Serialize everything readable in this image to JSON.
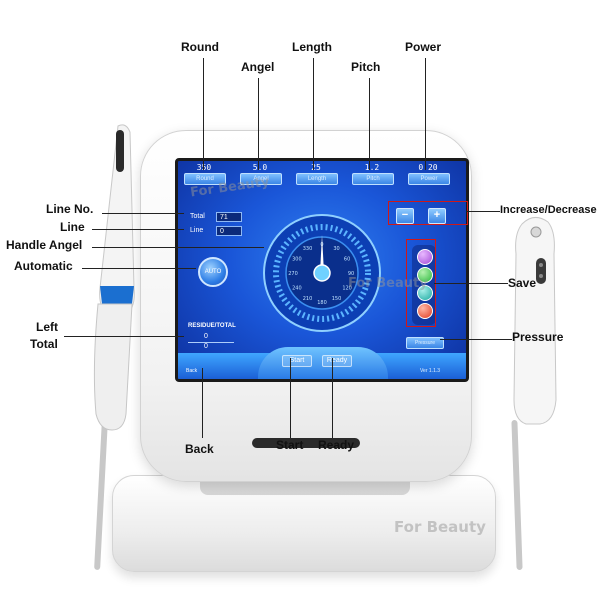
{
  "params": [
    {
      "value": "350",
      "label": "Round"
    },
    {
      "value": "5.0",
      "label": "Angel"
    },
    {
      "value": "25",
      "label": "Length"
    },
    {
      "value": "1.2",
      "label": "Pitch"
    },
    {
      "value": "0.20",
      "label": "Power"
    }
  ],
  "screen": {
    "minus": "−",
    "plus": "+",
    "total_label": "Total",
    "total_value": "71",
    "line_label": "Line",
    "line_value": "0",
    "auto_label": "AUTO",
    "residue_title": "RESIDUE/TOTAL",
    "residue_value": "0",
    "total_left_value": "0",
    "pressure_label": "Pressure",
    "start_label": "Start",
    "ready_label": "Ready",
    "back_label": "Back",
    "version": "Ver 1.1.3",
    "dial_ticks": [
      "330",
      "0",
      "30",
      "60",
      "90",
      "120",
      "150",
      "180",
      "210",
      "240",
      "270",
      "300"
    ]
  },
  "callouts": {
    "round": "Round",
    "angel": "Angel",
    "length": "Length",
    "pitch": "Pitch",
    "power": "Power",
    "increase_decrease": "Increase/Decrease",
    "line_no": "Line No.",
    "line": "Line",
    "handle_angel": "Handle Angel",
    "automatic": "Automatic",
    "save": "Save",
    "left": "Left",
    "total": "Total",
    "pressure": "Pressure",
    "back": "Back",
    "start": "Start",
    "ready": "Ready"
  },
  "watermarks": [
    "For Beauty",
    "For Beauty",
    "For Beauty"
  ],
  "colors": {
    "screen_blue": "#1a56d8",
    "annotation_red": "#d01818",
    "save_purple": "#a24ad6",
    "save_green": "#27b83a",
    "save_teal": "#1aa8a0",
    "save_red": "#e03a1f"
  }
}
